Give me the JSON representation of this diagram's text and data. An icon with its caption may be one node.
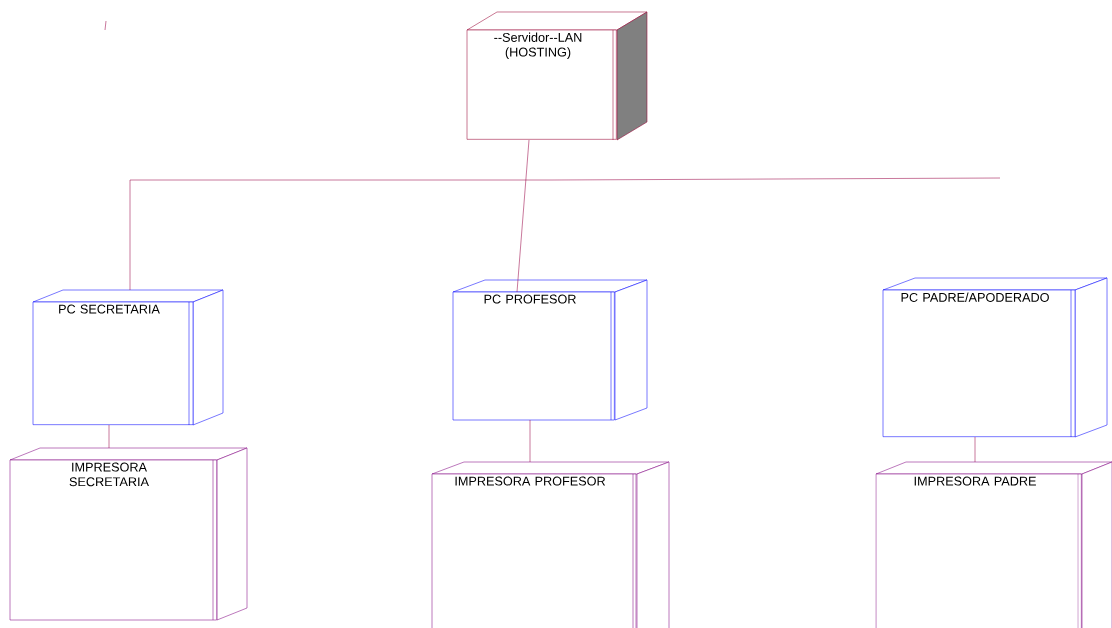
{
  "diagram": {
    "nodes": [
      {
        "text": [
          "--Servidor--LAN (HOSTING)"
        ]
      },
      {
        "text": [
          "PC SECRETARIA"
        ]
      },
      {
        "text": [
          "PC PROFESOR"
        ]
      },
      {
        "text": [
          "PC PADRE/APODERADO"
        ]
      },
      {
        "text": [
          "IMPRESORA SECRETARIA"
        ]
      },
      {
        "text": [
          "IMPRESORA PROFESOR"
        ]
      },
      {
        "text": [
          "IMPRESORA PADRE"
        ]
      }
    ],
    "edges": [
      {
        "from": 0,
        "to": 2,
        "arrow": "none"
      },
      {
        "from": 1,
        "to": 0,
        "arrow": "none"
      },
      {
        "from": 1,
        "to": 4,
        "arrow": "none"
      },
      {
        "from": 2,
        "to": 5,
        "arrow": "none"
      },
      {
        "from": 3,
        "to": 6,
        "arrow": "none"
      }
    ]
  }
}
